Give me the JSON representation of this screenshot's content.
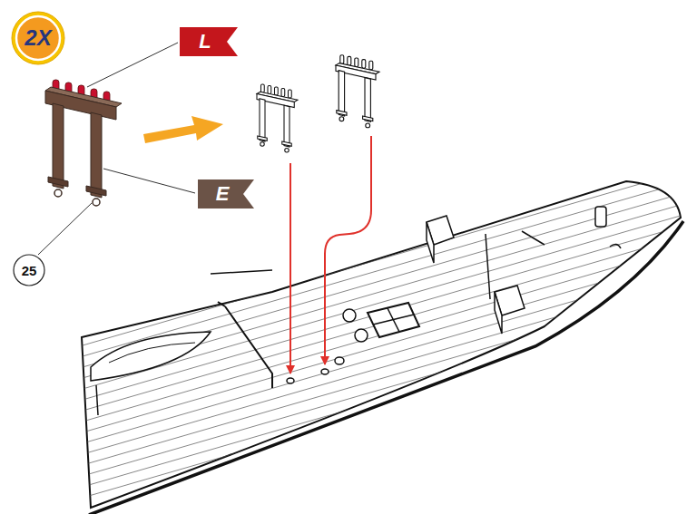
{
  "diagram": {
    "nodes": [
      {
        "text": [
          "2X"
        ]
      },
      {
        "text": [
          "L"
        ]
      },
      {
        "text": [
          "E"
        ]
      },
      {
        "text": [
          "25"
        ]
      }
    ]
  }
}
